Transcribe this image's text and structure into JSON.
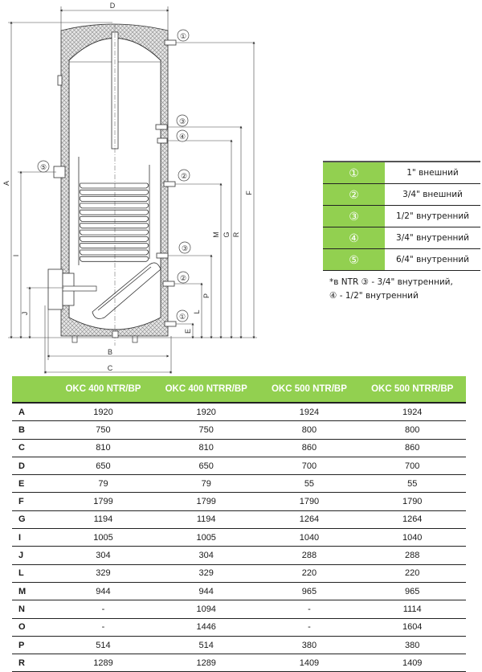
{
  "diagram": {
    "title": "Storage water heater cross-section",
    "dimension_labels": [
      "A",
      "B",
      "C",
      "D",
      "E",
      "F",
      "G",
      "I",
      "J",
      "L",
      "M",
      "P",
      "R"
    ],
    "connection_markers": {
      "top_right": "①",
      "right_upper_3": "③",
      "right_upper_4": "④",
      "right_coil_top": "②",
      "right_lower_3": "③",
      "right_lower_2": "②",
      "right_bottom": "①",
      "left_5": "⑤"
    }
  },
  "connections": {
    "items": [
      {
        "symbol": "①",
        "description": "1\" внешний"
      },
      {
        "symbol": "②",
        "description": "3/4\" внешний"
      },
      {
        "symbol": "③",
        "description": "1/2\" внутренний"
      },
      {
        "symbol": "④",
        "description": "3/4\" внутренний"
      },
      {
        "symbol": "⑤",
        "description": "6/4\" внутренний"
      }
    ],
    "note_line1": "*в NTR ③ - 3/4\" внутренний,",
    "note_line2": "④ - 1/2\" внутренний"
  },
  "dimensions": {
    "headers": [
      "",
      "OKC 400 NTR/BP",
      "OKC 400 NTRR/BP",
      "OKC 500 NTR/BP",
      "OKC 500 NTRR/BP"
    ],
    "rows": [
      {
        "param": "A",
        "values": [
          "1920",
          "1920",
          "1924",
          "1924"
        ]
      },
      {
        "param": "B",
        "values": [
          "750",
          "750",
          "800",
          "800"
        ]
      },
      {
        "param": "C",
        "values": [
          "810",
          "810",
          "860",
          "860"
        ]
      },
      {
        "param": "D",
        "values": [
          "650",
          "650",
          "700",
          "700"
        ]
      },
      {
        "param": "E",
        "values": [
          "79",
          "79",
          "55",
          "55"
        ]
      },
      {
        "param": "F",
        "values": [
          "1799",
          "1799",
          "1790",
          "1790"
        ]
      },
      {
        "param": "G",
        "values": [
          "1194",
          "1194",
          "1264",
          "1264"
        ]
      },
      {
        "param": "I",
        "values": [
          "1005",
          "1005",
          "1040",
          "1040"
        ]
      },
      {
        "param": "J",
        "values": [
          "304",
          "304",
          "288",
          "288"
        ]
      },
      {
        "param": "L",
        "values": [
          "329",
          "329",
          "220",
          "220"
        ]
      },
      {
        "param": "M",
        "values": [
          "944",
          "944",
          "965",
          "965"
        ]
      },
      {
        "param": "N",
        "values": [
          "-",
          "1094",
          "-",
          "1114"
        ]
      },
      {
        "param": "O",
        "values": [
          "-",
          "1446",
          "-",
          "1604"
        ]
      },
      {
        "param": "P",
        "values": [
          "514",
          "514",
          "380",
          "380"
        ]
      },
      {
        "param": "R",
        "values": [
          "1289",
          "1289",
          "1409",
          "1409"
        ]
      }
    ]
  },
  "colors": {
    "accent_green": "#92d050",
    "line": "#333333"
  }
}
